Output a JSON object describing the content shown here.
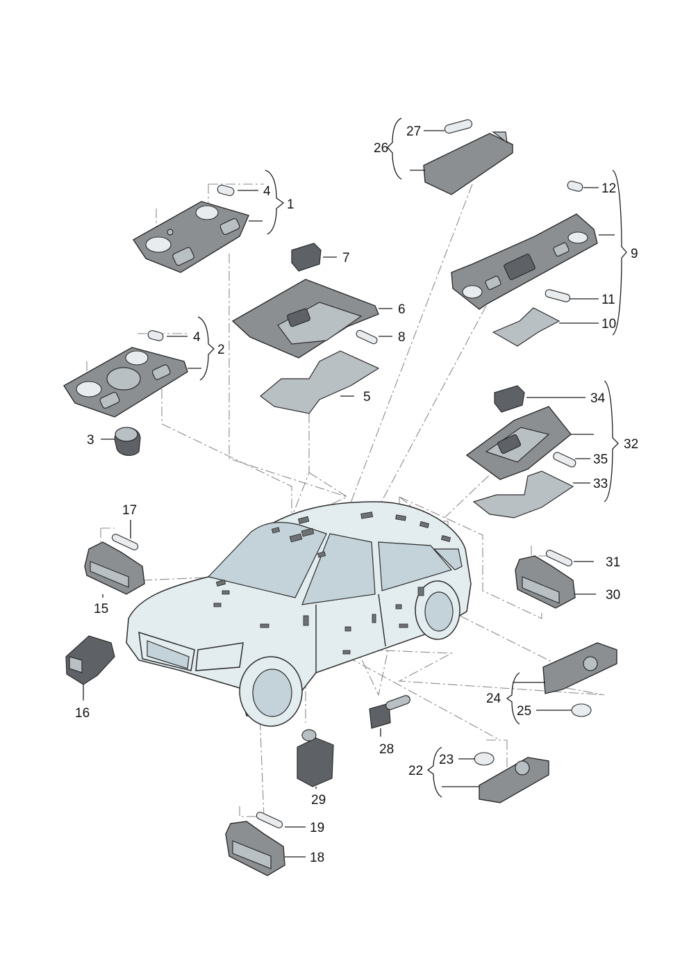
{
  "callouts": [
    {
      "id": "c1",
      "text": "1"
    },
    {
      "id": "c2",
      "text": "2"
    },
    {
      "id": "c3",
      "text": "3"
    },
    {
      "id": "c4a",
      "text": "4"
    },
    {
      "id": "c4b",
      "text": "4"
    },
    {
      "id": "c5",
      "text": "5"
    },
    {
      "id": "c6",
      "text": "6"
    },
    {
      "id": "c7",
      "text": "7"
    },
    {
      "id": "c8",
      "text": "8"
    },
    {
      "id": "c9",
      "text": "9"
    },
    {
      "id": "c10",
      "text": "10"
    },
    {
      "id": "c11",
      "text": "11"
    },
    {
      "id": "c12",
      "text": "12"
    },
    {
      "id": "c15",
      "text": "15"
    },
    {
      "id": "c16",
      "text": "16"
    },
    {
      "id": "c17",
      "text": "17"
    },
    {
      "id": "c18",
      "text": "18"
    },
    {
      "id": "c19",
      "text": "19"
    },
    {
      "id": "c22",
      "text": "22"
    },
    {
      "id": "c23",
      "text": "23"
    },
    {
      "id": "c24",
      "text": "24"
    },
    {
      "id": "c25",
      "text": "25"
    },
    {
      "id": "c26",
      "text": "26"
    },
    {
      "id": "c27",
      "text": "27"
    },
    {
      "id": "c28",
      "text": "28"
    },
    {
      "id": "c29",
      "text": "29"
    },
    {
      "id": "c30",
      "text": "30"
    },
    {
      "id": "c31",
      "text": "31"
    },
    {
      "id": "c32",
      "text": "32"
    },
    {
      "id": "c33",
      "text": "33"
    },
    {
      "id": "c34",
      "text": "34"
    },
    {
      "id": "c35",
      "text": "35"
    }
  ],
  "colors": {
    "background": "#ffffff",
    "part_fill": "#8c8f92",
    "car_fill": "#e3ecef",
    "leader_dash": "#8a8a8a"
  }
}
